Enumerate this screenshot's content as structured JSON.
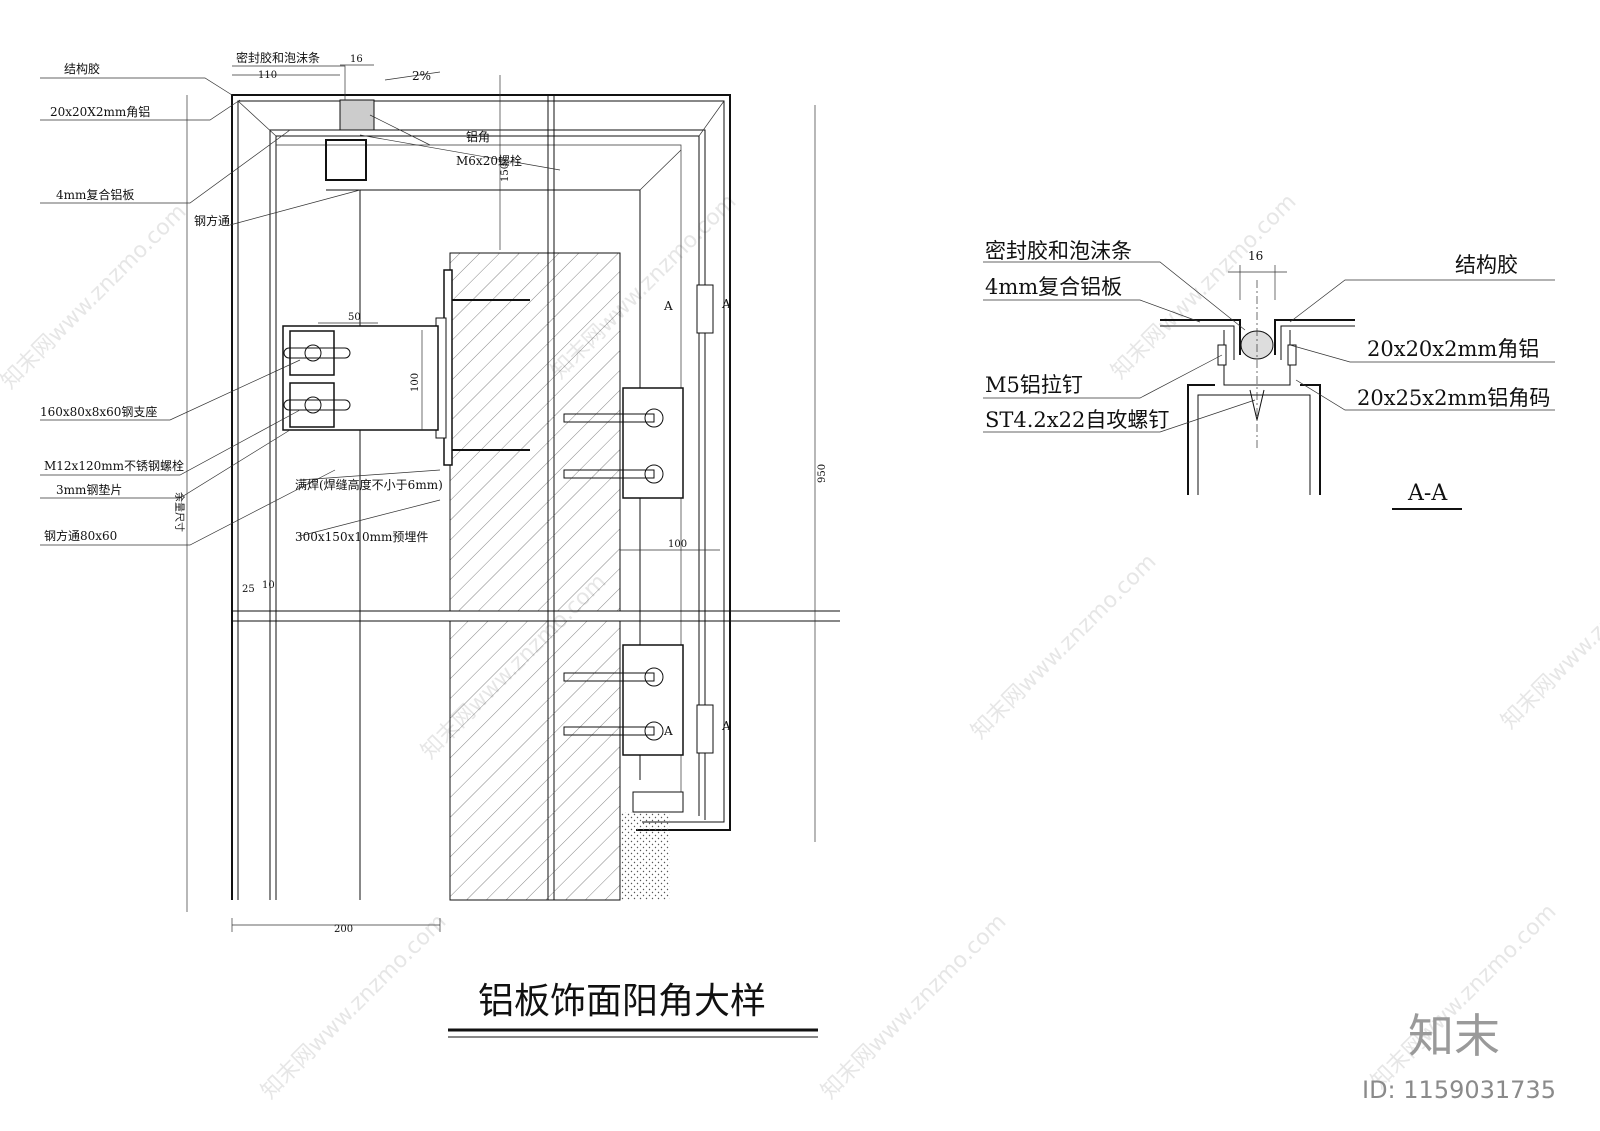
{
  "main_title": "铝板饰面阳角大样",
  "section_title": "A-A",
  "section_mark": "A",
  "section_mark_left": "A",
  "main_labels": {
    "structural_glue": "结构胶",
    "angle_alu": "20x20X2mm角铝",
    "composite_panel": "4mm复合铝板",
    "steel_tube": "钢方通",
    "sealant_foam": "密封胶和泡沫条",
    "alu_angle": "铝角",
    "bolt_m6": "M6x20螺栓",
    "steel_seat": "160x80x8x60钢支座",
    "ss_bolt": "M12x120mm不锈钢螺栓",
    "shim": "3mm钢垫片",
    "steel_tube_80": "钢方通80x60",
    "weld": "满焊(焊缝高度不小于6mm)",
    "embed_plate": "300x150x10mm预埋件",
    "vertical_note": "余量尺寸"
  },
  "dims": {
    "d16": "16",
    "d110": "110",
    "slope": "2%",
    "d150": "150",
    "d50": "50",
    "d100v": "100",
    "d100h": "100",
    "d950": "950",
    "d25": "25",
    "d10": "10",
    "d200": "200"
  },
  "section_labels": {
    "sealant_foam": "密封胶和泡沫条",
    "panel": "4mm复合铝板",
    "structural_glue": "结构胶",
    "d16": "16",
    "rivet": "M5铝拉钉",
    "screw": "ST4.2x22自攻螺钉",
    "angle_alu": "20x20x2mm角铝",
    "angle_code": "20x25x2mm铝角码"
  },
  "watermark": "知末网www.znzmo.com",
  "logo": "知末",
  "id_text": "ID: 1159031735"
}
